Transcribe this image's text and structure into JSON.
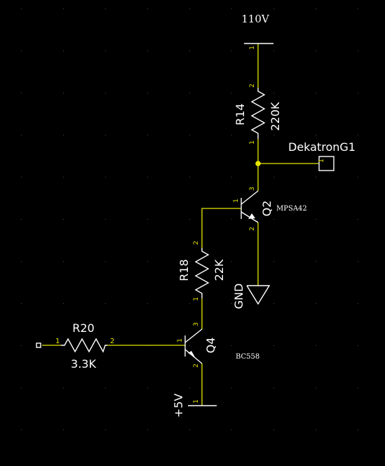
{
  "colors": {
    "background": "#000000",
    "wire": "#e6e600",
    "component": "#ffffff",
    "pin_number": "#e6e600",
    "grid_dot": "#4a4a4a"
  },
  "power": {
    "v110": {
      "label": "110V",
      "pin": "1"
    },
    "gnd": {
      "label": "GND"
    },
    "v5": {
      "label": "+5V",
      "pin": "1"
    }
  },
  "components": {
    "r14": {
      "ref": "R14",
      "value": "220K",
      "pin_top": "2",
      "pin_bottom": "1"
    },
    "r18": {
      "ref": "R18",
      "value": "22K",
      "pin_top": "2",
      "pin_bottom": "1"
    },
    "r20": {
      "ref": "R20",
      "value": "3.3K",
      "pin_left": "1",
      "pin_right": "2"
    },
    "q2": {
      "ref": "Q2",
      "part": "MPSA42",
      "pin_c": "3",
      "pin_b": "1",
      "pin_e": "2"
    },
    "q4": {
      "ref": "Q4",
      "part": "BC558",
      "pin_c": "3",
      "pin_b": "1",
      "pin_e": "2"
    },
    "connector": {
      "label": "DekatronG1",
      "pin": "1"
    }
  }
}
